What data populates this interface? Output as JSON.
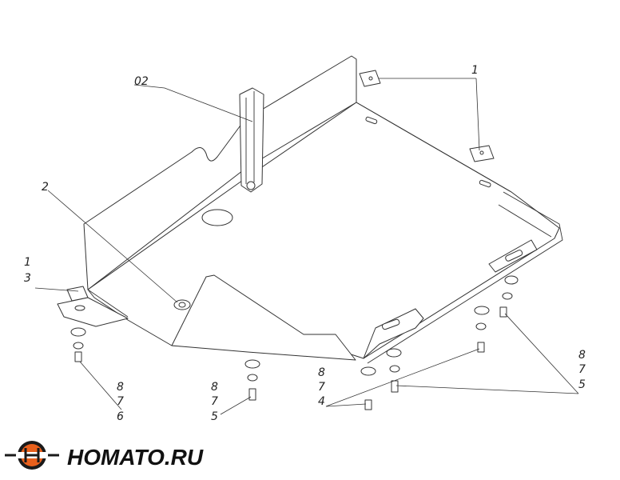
{
  "labels": {
    "part_02": "02",
    "part_1_top": "1",
    "part_2": "2",
    "part_1_left": "1",
    "part_3": "3",
    "stack_a_8": "8",
    "stack_a_7": "7",
    "stack_a_6": "6",
    "stack_b_8": "8",
    "stack_b_7": "7",
    "stack_b_5": "5",
    "stack_c_8": "8",
    "stack_c_7": "7",
    "stack_c_4": "4",
    "stack_d_8": "8",
    "stack_d_7": "7",
    "stack_d_5": "5"
  },
  "logo": {
    "text": "HOMATO.RU",
    "icon": "homato-logo-icon"
  },
  "colors": {
    "line": "#333333",
    "logo_orange": "#e8601c",
    "logo_dark": "#1a1a1a"
  }
}
